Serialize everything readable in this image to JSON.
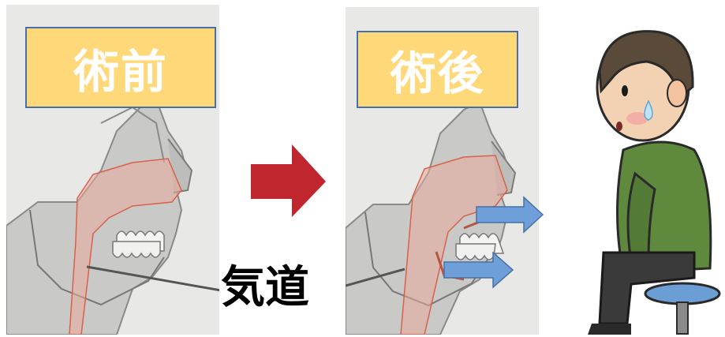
{
  "before_label": "術前",
  "after_label": "術後",
  "airway_label": "気道",
  "colors": {
    "panel_bg": "#e6e6e4",
    "label_fill": "#ffd87a",
    "label_border": "#4a6fa5",
    "main_arrow": "#c0262d",
    "forward_arrow": "#6f9fd8",
    "airway_line": "#e07a66",
    "shirt": "#5f8a3e",
    "pants": "#3a3a3a",
    "stool": "#6a9ed4"
  },
  "icons": [
    "red-right-arrow-icon",
    "blue-right-arrow-icon",
    "sitting-man-icon"
  ]
}
